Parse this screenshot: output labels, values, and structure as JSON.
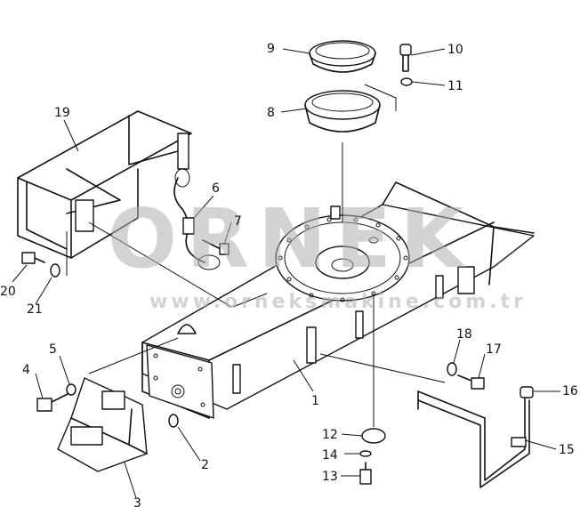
{
  "watermark": {
    "brand": "ORNEK",
    "url": "www.orneksmakine.com.tr"
  },
  "callouts": [
    "1",
    "2",
    "3",
    "4",
    "5",
    "7",
    "6",
    "8",
    "9",
    "10",
    "11",
    "12",
    "13",
    "14",
    "15",
    "16",
    "17",
    "18",
    "19",
    "20",
    "21"
  ]
}
